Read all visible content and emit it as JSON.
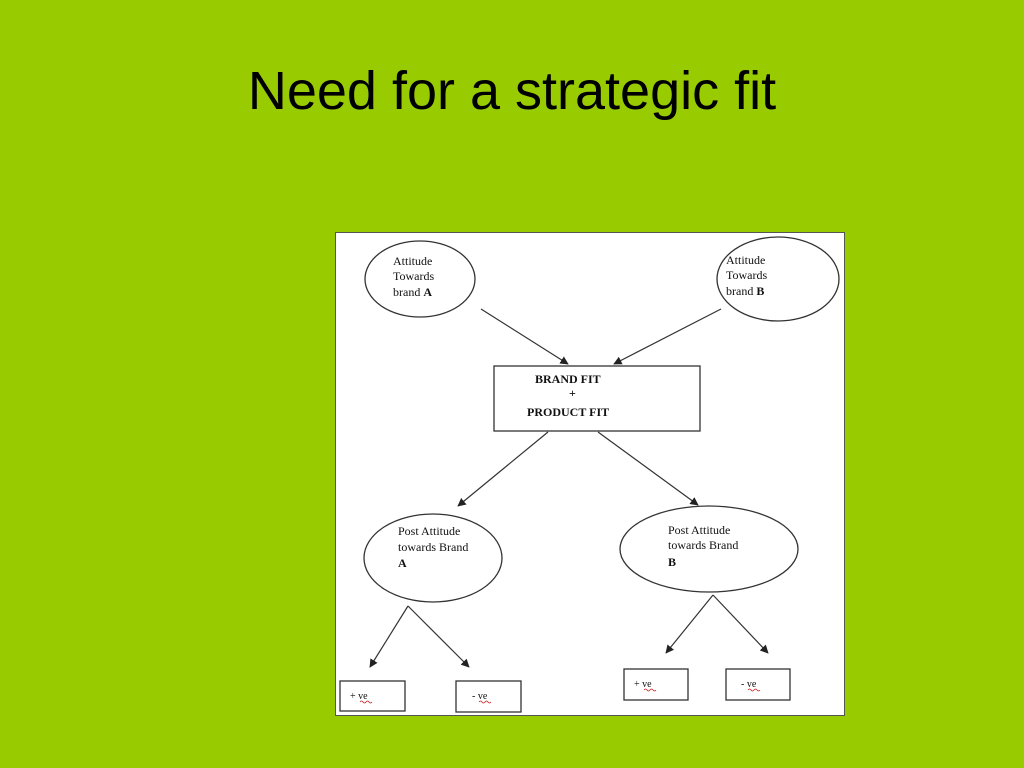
{
  "slide": {
    "title": "Need for a strategic fit",
    "background": "#99cc00"
  },
  "diagram": {
    "attitude_a": {
      "line1": "Attitude",
      "line2": "Towards",
      "line3": "brand",
      "letter": "A"
    },
    "attitude_b": {
      "line1": "Attitude",
      "line2": "Towards",
      "line3": "brand",
      "letter": "B"
    },
    "fit_box": {
      "line1": "BRAND FIT",
      "line2": "+",
      "line3": "PRODUCT FIT"
    },
    "post_a": {
      "line1": "Post Attitude",
      "line2": "towards Brand",
      "letter": "A"
    },
    "post_b": {
      "line1": "Post Attitude",
      "line2": "towards Brand",
      "letter": "B"
    },
    "outcomes": {
      "a_plus": {
        "sign": "+",
        "text": "ve"
      },
      "a_minus": {
        "sign": "-",
        "text": "ve"
      },
      "b_plus": {
        "sign": "+",
        "text": "ve"
      },
      "b_minus": {
        "sign": "-",
        "text": "ve"
      }
    },
    "colors": {
      "stroke": "#333333",
      "spellcheck": "#cc2222"
    }
  }
}
